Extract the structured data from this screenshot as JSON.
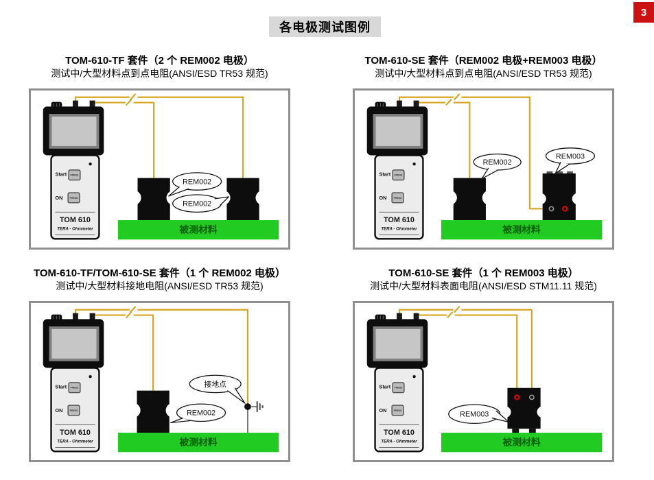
{
  "page": {
    "title": "各电极测试图例",
    "page_number": "3"
  },
  "colors": {
    "wire": "#d8a51e",
    "material": "#21cb21",
    "material_text": "#0b5e0b",
    "badge": "#cb1111",
    "title_bg": "#d8d8d8",
    "panel_border": "#8f8f8f"
  },
  "device": {
    "start_label": "Start",
    "on_label": "ON",
    "press_label": "PRESS",
    "model": "TOM 610",
    "type_label": "TERA - Ohmmeter"
  },
  "material_label": "被测材料",
  "panels": [
    {
      "title": "TOM-610-TF 套件（2 个 REM002 电极）",
      "subtitle": "测试中/大型材料点到点电阻(ANSI/ESD TR53 规范)",
      "bubbles": [
        "REM002",
        "REM002"
      ]
    },
    {
      "title": "TOM-610-SE 套件（REM002 电极+REM003 电极）",
      "subtitle": "测试中/大型材料点到点电阻(ANSI/ESD TR53 规范)",
      "bubbles": [
        "REM002",
        "REM003"
      ]
    },
    {
      "title": "TOM-610-TF/TOM-610-SE 套件（1 个 REM002 电极）",
      "subtitle": "测试中/大型材料接地电阻(ANSI/ESD TR53 规范)",
      "bubbles": [
        "接地点",
        "REM002"
      ]
    },
    {
      "title": "TOM-610-SE 套件（1 个 REM003 电极）",
      "subtitle": "测试中/大型材料表面电阻(ANSI/ESD STM11.11 规范)",
      "bubbles": [
        "REM003"
      ]
    }
  ]
}
